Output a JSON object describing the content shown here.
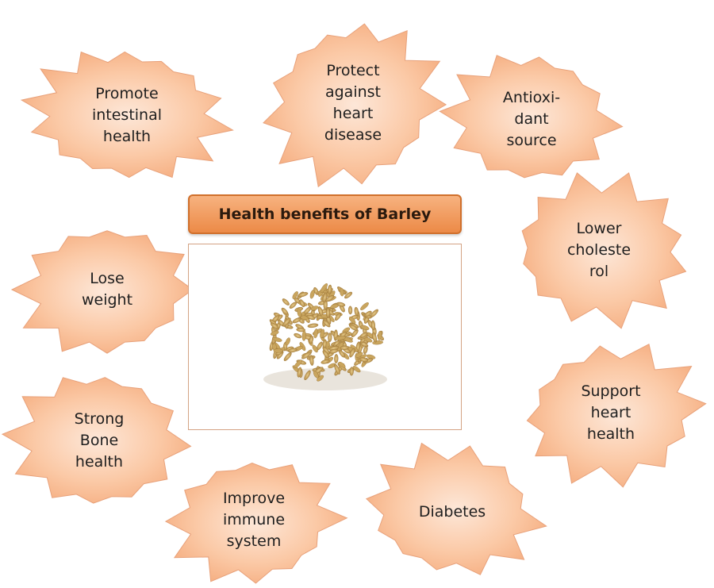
{
  "title": "Health benefits of Barley",
  "colors": {
    "burst_fill": "#fbc39c",
    "burst_stroke": "#e8a17a",
    "title_fill": "#f29d61",
    "title_border": "#d0702c",
    "grain": "#d7b56f"
  },
  "central_image": {
    "icon": "barley-grains-pile-icon"
  },
  "benefits": [
    {
      "id": "promote-intestinal-health",
      "label": "Promote\nintestinal\nhealth"
    },
    {
      "id": "protect-against-heart-disease",
      "label": "Protect\nagainst\nheart\ndisease"
    },
    {
      "id": "antioxidant-source",
      "label": "Antioxi-\ndant\nsource"
    },
    {
      "id": "lower-cholesterol",
      "label": "Lower\ncholeste\nrol"
    },
    {
      "id": "lose-weight",
      "label": "Lose\nweight"
    },
    {
      "id": "support-heart-health",
      "label": "Support\nheart\nhealth"
    },
    {
      "id": "strong-bone-health",
      "label": "Strong\nBone\nhealth"
    },
    {
      "id": "diabetes",
      "label": "Diabetes"
    },
    {
      "id": "improve-immune-system",
      "label": "Improve\nimmune\nsystem"
    }
  ]
}
